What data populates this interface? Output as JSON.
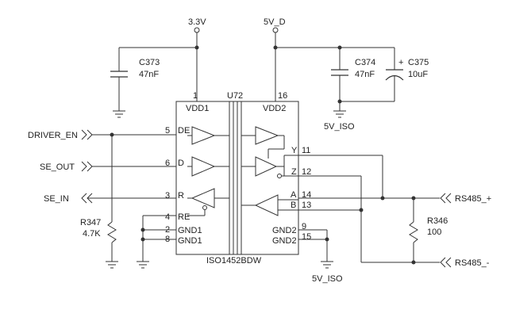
{
  "power": {
    "v33": "3.3V",
    "v5d": "5V_D",
    "iso_gnd_top": "5V_ISO",
    "iso_gnd_bottom": "5V_ISO"
  },
  "ic": {
    "ref": "U72",
    "part": "ISO1452BDW",
    "pins": {
      "vdd1_num": "1",
      "vdd1": "VDD1",
      "vdd2_num": "16",
      "vdd2": "VDD2",
      "de_num": "5",
      "de": "DE",
      "d_num": "6",
      "d": "D",
      "r_num": "3",
      "r": "R",
      "re_num": "4",
      "re": "RE",
      "gnd1a_num": "2",
      "gnd1a": "GND1",
      "gnd1b_num": "8",
      "gnd1b": "GND1",
      "y_num": "11",
      "y": "Y",
      "z_num": "12",
      "z": "Z",
      "a_num": "14",
      "a": "A",
      "b_num": "13",
      "b": "B",
      "gnd2a_num": "9",
      "gnd2a": "GND2",
      "gnd2b_num": "15",
      "gnd2b": "GND2"
    }
  },
  "components": {
    "c373_ref": "C373",
    "c373_val": "47nF",
    "c374_ref": "C374",
    "c374_val": "47nF",
    "c375_ref": "C375",
    "c375_val": "10uF",
    "c375_plus": "+",
    "r347_ref": "R347",
    "r347_val": "4.7K",
    "r346_ref": "R346",
    "r346_val": "100"
  },
  "nets": {
    "driver_en": "DRIVER_EN",
    "se_out": "SE_OUT",
    "se_in": "SE_IN",
    "rs485_p": "RS485_+",
    "rs485_n": "RS485_-"
  }
}
